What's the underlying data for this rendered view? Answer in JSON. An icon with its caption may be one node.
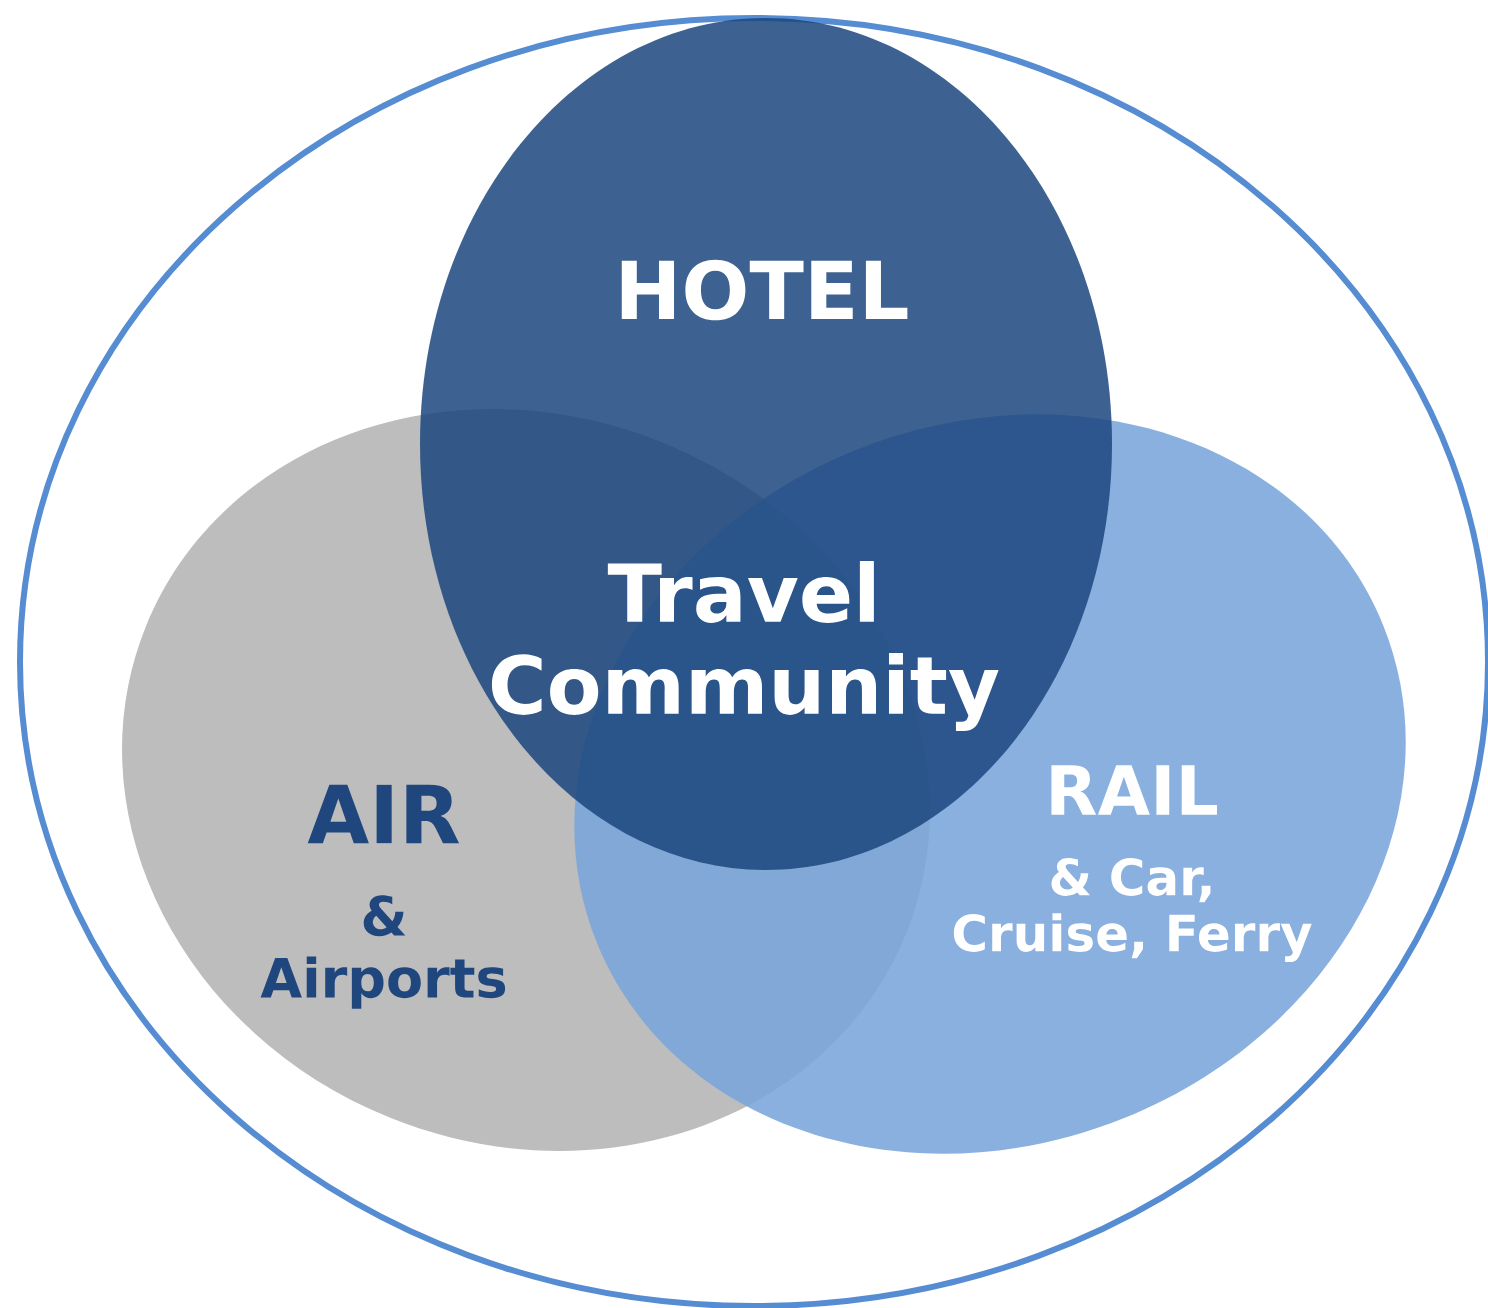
{
  "diagram": {
    "nodes": [
      {
        "text": [],
        "shape": "circle"
      },
      {
        "text": [
          "HOTEL"
        ],
        "in": 0
      },
      {
        "text": [
          "AIR",
          "& Airports"
        ],
        "in": 0
      },
      {
        "text": [
          "RAIL",
          "& Car, Cruise, Ferry"
        ],
        "in": 0
      }
    ],
    "labels": [
      "Travel Community"
    ]
  }
}
